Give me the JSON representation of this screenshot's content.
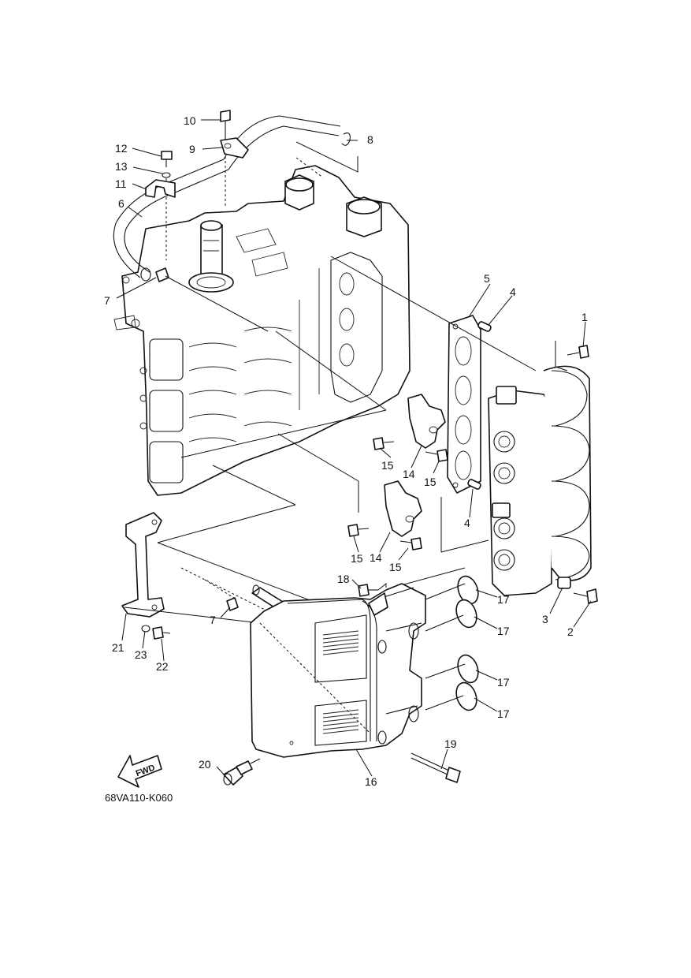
{
  "diagram": {
    "reference_code": "68VA110-K060",
    "fwd_label": "FWD",
    "callouts": [
      "1",
      "2",
      "3",
      "4",
      "4",
      "5",
      "6",
      "7",
      "7",
      "8",
      "9",
      "10",
      "11",
      "12",
      "13",
      "14",
      "14",
      "15",
      "15",
      "15",
      "15",
      "16",
      "17",
      "17",
      "17",
      "17",
      "18",
      "19",
      "20",
      "21",
      "22",
      "23"
    ]
  }
}
